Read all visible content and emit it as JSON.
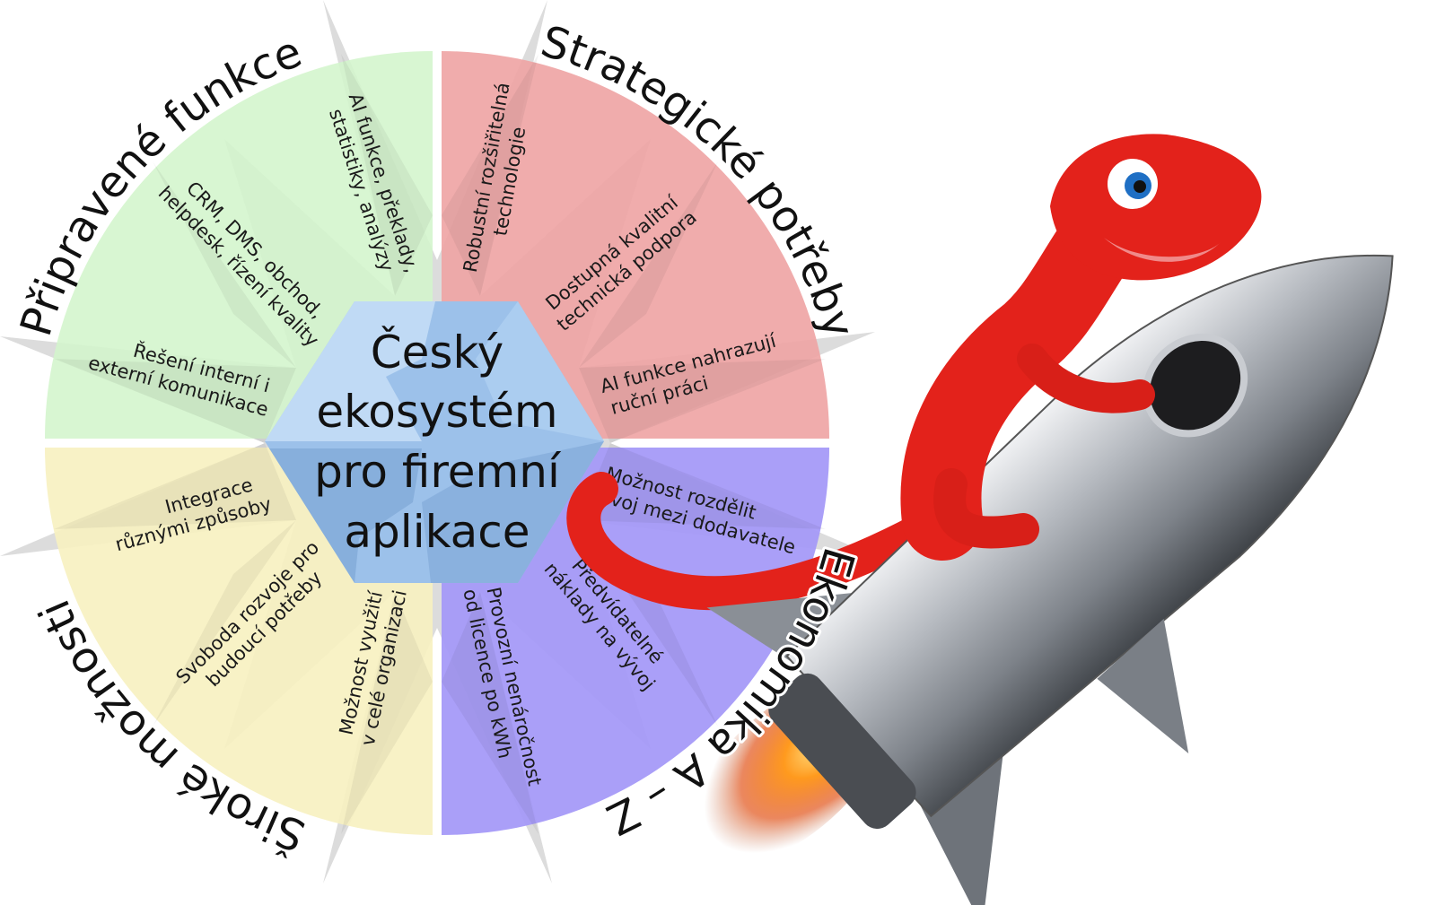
{
  "center_title": [
    "Český",
    "ekosystém",
    "pro firemní",
    "aplikace"
  ],
  "colors": {
    "green": "#d3f5cc",
    "red": "#eea3a3",
    "purple": "#a397f7",
    "yellow": "#f7f1c0",
    "center": "#9cc1ea",
    "arrow": "#dcdcdc",
    "lizard": "#e3221b",
    "rocket": "#a9adb3"
  },
  "quadrants": [
    {
      "title": "Připravené funkce",
      "items": [
        [
          "AI funkce, překlady,",
          "statistiky, analýzy"
        ],
        [
          "CRM, DMS, obchod,",
          "helpdesk, řízení kvality"
        ],
        [
          "Řešení interní i",
          "externí komunikace"
        ]
      ]
    },
    {
      "title": "Strategické potřeby",
      "items": [
        [
          "Robustní rozšiřitelná",
          "technologie"
        ],
        [
          "Dostupná kvalitní",
          "technická podpora"
        ],
        [
          "AI funkce nahrazují",
          "ruční práci"
        ]
      ]
    },
    {
      "title": "Ekonomika A – Z",
      "items": [
        [
          "Možnost rozdělit",
          "vývoj mezi dodavatele"
        ],
        [
          "Předvídatelné",
          "náklady na vývoj"
        ],
        [
          "Provozní nenáročnost",
          "od licence po kWh"
        ]
      ]
    },
    {
      "title": "Široké možnosti",
      "items": [
        [
          "Integrace",
          "různými způsoby"
        ],
        [
          "Svoboda rozvoje pro",
          "budoucí potřeby"
        ],
        [
          "Možnost využití",
          "v celé organizaci"
        ]
      ]
    }
  ],
  "illustration": {
    "icon": "lizard-riding-rocket-icon"
  }
}
